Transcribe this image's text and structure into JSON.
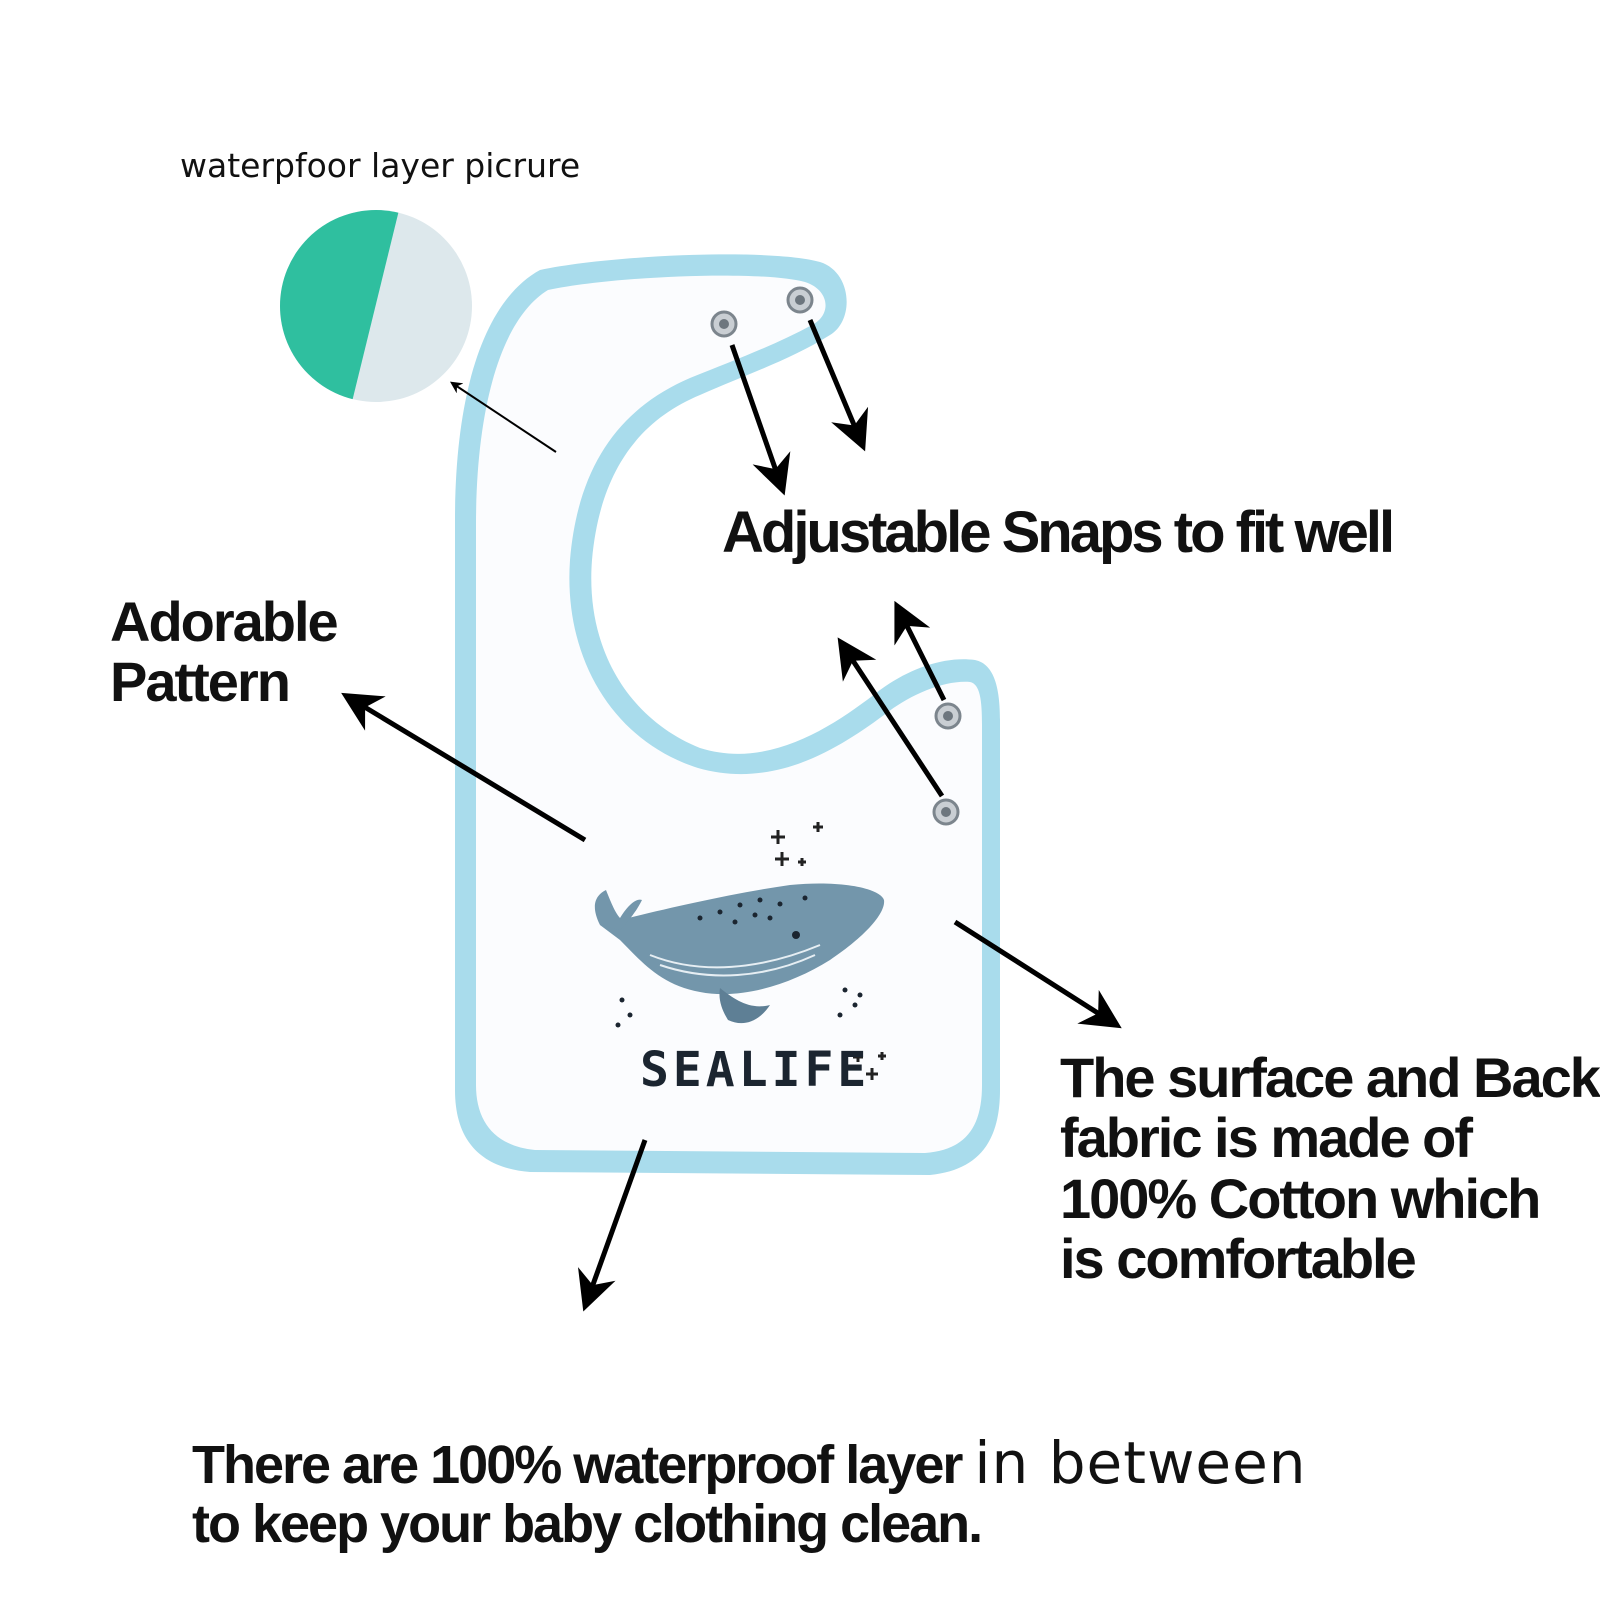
{
  "labels": {
    "waterproof_picture": "waterpfoor layer picrure",
    "snaps": "Adjustable Snaps to fit well",
    "adorable_line1": "Adorable",
    "adorable_line2": "Pattern",
    "cotton_line1": "The surface and Back",
    "cotton_line2": "fabric is made of",
    "cotton_line3": "100% Cotton which",
    "cotton_line4": "is comfortable",
    "bottom_line1_a": "There are 100% waterproof layer ",
    "bottom_line1_b": "in between",
    "bottom_line2": "to keep your baby clothing  clean."
  },
  "bib_print": {
    "text": "SEALIFE"
  },
  "colors": {
    "trim": "#a9dcec",
    "bib": "#fbfcfe",
    "whale": "#7396ab",
    "swatch_green": "#2fbf9f",
    "swatch_white": "#dde8ec",
    "text": "#111111"
  },
  "icons": [
    "whale-illustration",
    "snap-button",
    "sparkle-icon"
  ]
}
